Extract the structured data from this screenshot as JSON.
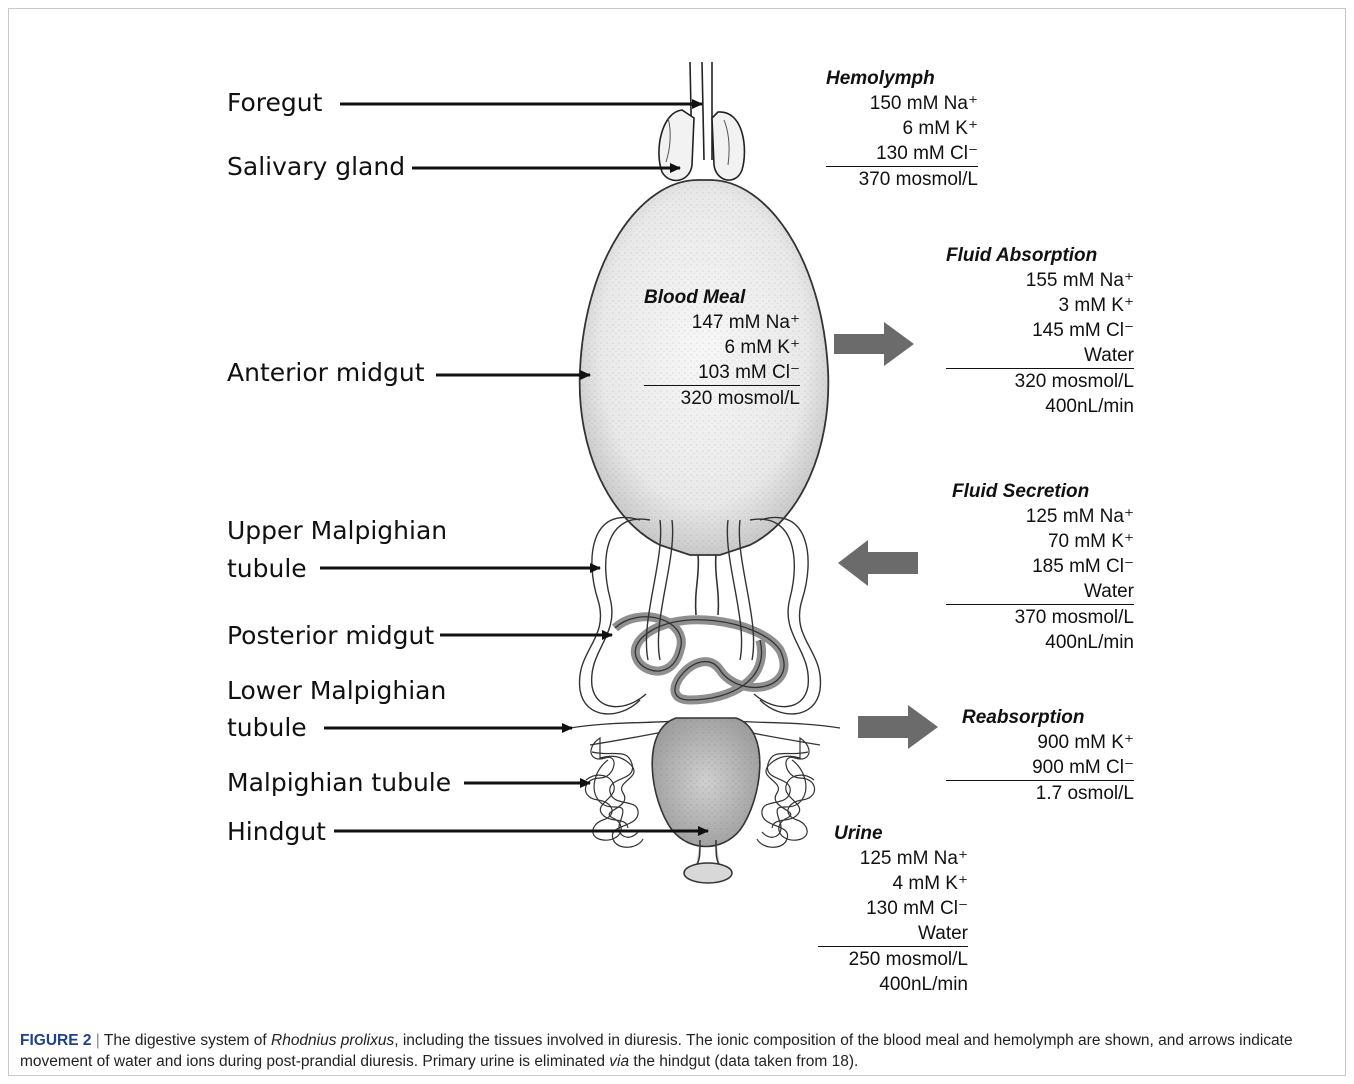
{
  "labels": {
    "foregut": "Foregut",
    "salivary_gland": "Salivary gland",
    "anterior_midgut": "Anterior midgut",
    "upper_malpighian_line1": "Upper Malpighian",
    "upper_malpighian_line2": "tubule",
    "posterior_midgut": "Posterior midgut",
    "lower_malpighian_line1": "Lower Malpighian",
    "lower_malpighian_line2": "tubule",
    "malpighian_tubule": "Malpighian tubule",
    "hindgut": "Hindgut"
  },
  "hemolymph": {
    "title": "Hemolymph",
    "rows": [
      "150 mM Na⁺",
      "6 mM  K⁺",
      "130 mM  Cl⁻"
    ],
    "total": "370 mosmol/L"
  },
  "blood_meal": {
    "title": "Blood Meal",
    "rows": [
      "147 mM Na⁺",
      "6 mM  K⁺",
      "103 mM  Cl⁻"
    ],
    "total": "320 mosmol/L"
  },
  "fluid_absorption": {
    "title": "Fluid Absorption",
    "rows": [
      "155 mM Na⁺",
      "3 mM  K⁺",
      "145 mM  Cl⁻",
      "Water"
    ],
    "total": "320 mosmol/L",
    "rate": "400nL/min"
  },
  "fluid_secretion": {
    "title": "Fluid  Secretion",
    "rows": [
      "125 mM Na⁺",
      "70 mM  K⁺",
      "185 mM  Cl⁻",
      "Water"
    ],
    "total": "370 mosmol/L",
    "rate": "400nL/min"
  },
  "reabsorption": {
    "title": "Reabsorption",
    "rows": [
      "900 mM  K⁺",
      "900 mM  Cl⁻"
    ],
    "total": "1.7 osmol/L"
  },
  "urine": {
    "title": "Urine",
    "rows": [
      "125 mM Na⁺",
      "4 mM  K⁺",
      "130 mM  Cl⁻",
      "Water"
    ],
    "total": "250 mosmol/L",
    "rate": "400nL/min"
  },
  "caption": {
    "figure_label": "FIGURE 2",
    "separator": "|",
    "text_1": "The digestive system of",
    "species": "Rhodnius prolixus",
    "text_2": ", including the tissues involved in diuresis. The ionic composition of the blood meal and hemolymph are shown, and arrows indicate movement of water and ions during post-prandial diuresis. Primary urine is eliminated",
    "via": "via",
    "text_3": "the hindgut (data taken from 18)."
  },
  "colors": {
    "flow_arrow": "#6b6b6b",
    "caption_label": "#1f3f8f"
  }
}
